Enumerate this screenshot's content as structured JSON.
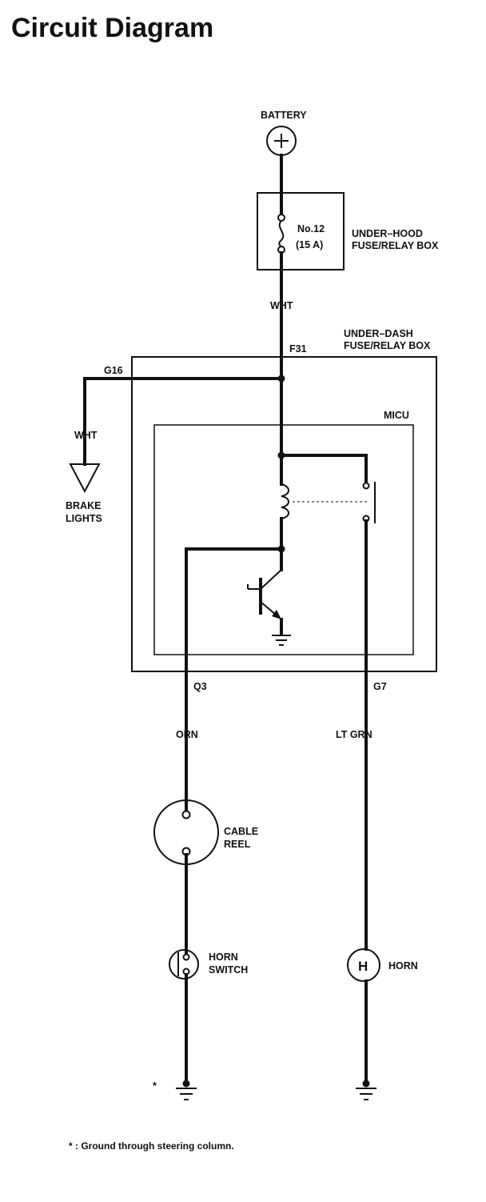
{
  "title": "Circuit Diagram",
  "labels": {
    "battery": "BATTERY",
    "fuse_number": "No.12",
    "fuse_rating": "(15 A)",
    "under_hood_1": "UNDER–HOOD",
    "under_hood_2": "FUSE/RELAY BOX",
    "wht_top": "WHT",
    "f31": "F31",
    "under_dash_1": "UNDER–DASH",
    "under_dash_2": "FUSE/RELAY BOX",
    "g16": "G16",
    "micu": "MICU",
    "wht_left": "WHT",
    "brake_1": "BRAKE",
    "brake_2": "LIGHTS",
    "q3": "Q3",
    "g7": "G7",
    "orn": "ORN",
    "lt_grn": "LT GRN",
    "cable_1": "CABLE",
    "cable_2": "REEL",
    "horn_switch_1": "HORN",
    "horn_switch_2": "SWITCH",
    "horn_symbol": "H",
    "horn": "HORN",
    "ground_marker": "*",
    "footnote": "* : Ground through steering column."
  },
  "icons": {
    "battery": "battery-plus-icon",
    "fuse": "fuse-icon",
    "relay_coil": "coil-icon",
    "relay_switch": "relay-contact-icon",
    "transistor": "transistor-icon",
    "ground": "ground-icon",
    "brake_lights": "triangle-load-icon",
    "cable_reel": "cable-reel-icon",
    "horn_switch": "horn-switch-icon",
    "horn": "horn-icon"
  },
  "colors": {
    "line": "#111111",
    "background": "#ffffff"
  }
}
